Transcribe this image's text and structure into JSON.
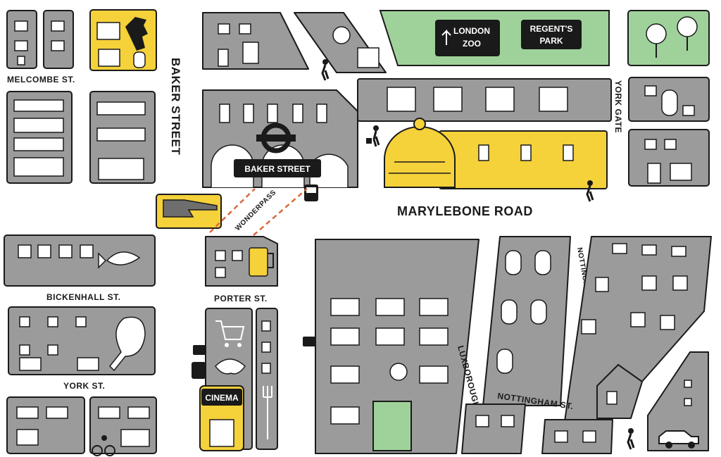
{
  "streets": {
    "melcombe": "MELCOMBE ST.",
    "baker_street": "BAKER STREET",
    "marylebone": "MARYLEBONE ROAD",
    "york_gate": "YORK GATE",
    "bickenhall": "BICKENHALL ST.",
    "porter": "PORTER ST.",
    "york_st": "YORK ST.",
    "nottingham_pl": "NOTTINGHAM PL.",
    "luxborough": "LUXBOROUGH ST.",
    "nottingham_st": "NOTTINGHAM ST.",
    "wonderpass": "WONDERPASS"
  },
  "signs": {
    "london_zoo_line1": "LONDON",
    "london_zoo_line2": "ZOO",
    "regents_park_line1": "REGENT'S",
    "regents_park_line2": "PARK",
    "station": "BAKER STREET",
    "cinema": "CINEMA"
  },
  "colors": {
    "building": "#9b9b9b",
    "highlight": "#f5d13a",
    "park": "#9fd29a",
    "route": "#d9683a",
    "ink": "#1a1a1a"
  },
  "icons": [
    "underground-roundel-icon",
    "pointing-hand-icon",
    "bus-icon",
    "pedestrian-icon",
    "luggage-icon",
    "shopping-cart-icon",
    "croissant-icon",
    "fork-icon",
    "fish-icon",
    "chicken-leg-icon",
    "beer-mug-icon",
    "bicycle-icon",
    "taxi-icon",
    "tree-icon",
    "sherlock-silhouette-icon",
    "planetarium-dome-icon"
  ]
}
